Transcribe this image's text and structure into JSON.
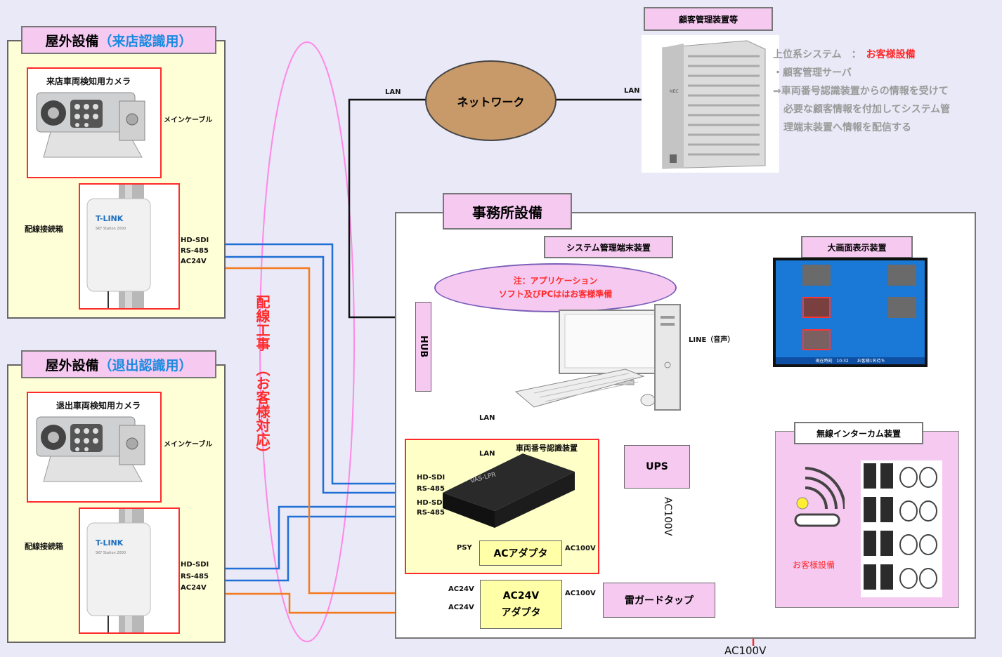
{
  "outdoor_in": {
    "title_prefix": "屋外設備",
    "title_suffix": "（来店認識用）",
    "camera": "来店車両検知用カメラ",
    "main_cable": "メインケーブル",
    "junction_box": "配線接続箱",
    "port_hdsdi": "HD-SDI",
    "port_rs485": "RS-485",
    "port_ac24v": "AC24V"
  },
  "outdoor_out": {
    "title_prefix": "屋外設備",
    "title_suffix": "（退出認識用）",
    "camera": "退出車両検知用カメラ",
    "main_cable": "メインケーブル",
    "junction_box": "配線接続箱",
    "port_hdsdi": "HD-SDI",
    "port_rs485": "RS-485",
    "port_ac24v": "AC24V"
  },
  "wiring": {
    "label": "配線工事",
    "sub": "（お客様対応）"
  },
  "network": {
    "label": "ネットワーク",
    "lan_left": "LAN",
    "lan_right": "LAN"
  },
  "server": {
    "title": "顧客管理装置等",
    "device_brand": "NEC"
  },
  "upper_system": {
    "line1_prefix": "上位系システム　：　",
    "line1_accent": "お客様設備",
    "line2": "・顧客管理サーバ",
    "line3": "⇒車両番号認識装置からの情報を受けて",
    "line4": "必要な顧客情報を付加してシステム管",
    "line5": "理端末装置へ情報を配信する"
  },
  "office": {
    "title": "事務所設備",
    "terminal_title": "システム管理端末装置",
    "note1": "注：アプリケーション",
    "note2": "ソフト及びPCははお客様準備",
    "hub": "HUB",
    "lan_pc": "LAN",
    "line_audio": "LINE（音声）",
    "display_title": "大画面表示装置",
    "display_footer": "現在時刻　10:32　　お客様1名待ち"
  },
  "lpr": {
    "title": "車両番号認識装置",
    "lan": "LAN",
    "hdsdi1": "HD-SDI",
    "rs485_1": "RS-485",
    "hdsdi2": "HD-SDI",
    "rs485_2": "RS-485",
    "psy": "PSY",
    "device_label": "VAS-LPR"
  },
  "power": {
    "ac_adapter": "ACアダプタ",
    "ac100v_a": "AC100V",
    "ac24_line1": "AC24V",
    "ac24_adapter": "AC24V",
    "ac24_adapter2": "アダプタ",
    "ac24_line2": "AC24V",
    "ac100v_b": "AC100V",
    "lightning_tap": "雷ガードタップ",
    "ups": "UPS",
    "ups_ac100v": "AC100V",
    "bottom_ac100v": "AC100V"
  },
  "intercom": {
    "title": "無線インターカム装置",
    "owner": "お客様設備"
  },
  "colors": {
    "lan": "#111111",
    "blue": "#1f6fd6",
    "orange": "#f47a1f",
    "red": "#f03030",
    "brown": "#6b1a10",
    "gold": "#d29a1a",
    "accent_red": "#ff2a2a"
  }
}
